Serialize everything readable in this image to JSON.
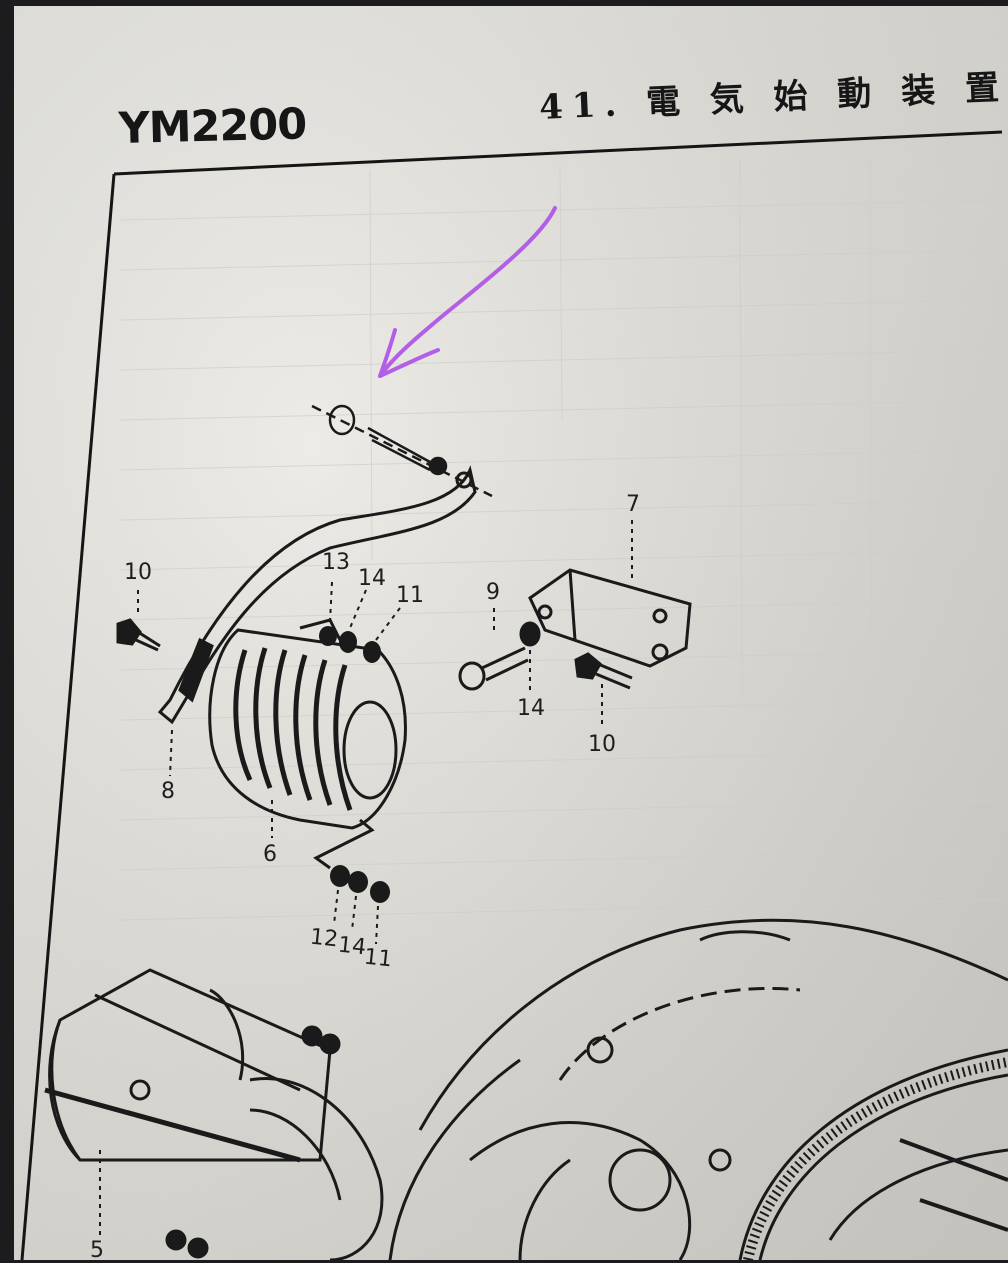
{
  "header": {
    "model": "YM2200",
    "section": "41. 電 気 始 動 装 置"
  },
  "callouts": {
    "p10_left": "10",
    "p13": "13",
    "p14_upper": "14",
    "p11_upper": "11",
    "p8": "8",
    "p6": "6",
    "p7": "7",
    "p9": "9",
    "p14_right": "14",
    "p10_right": "10",
    "p12": "12",
    "p14_lower": "14",
    "p11_lower": "11",
    "p5": "5"
  },
  "annotation": {
    "color": "#b35ee6"
  }
}
